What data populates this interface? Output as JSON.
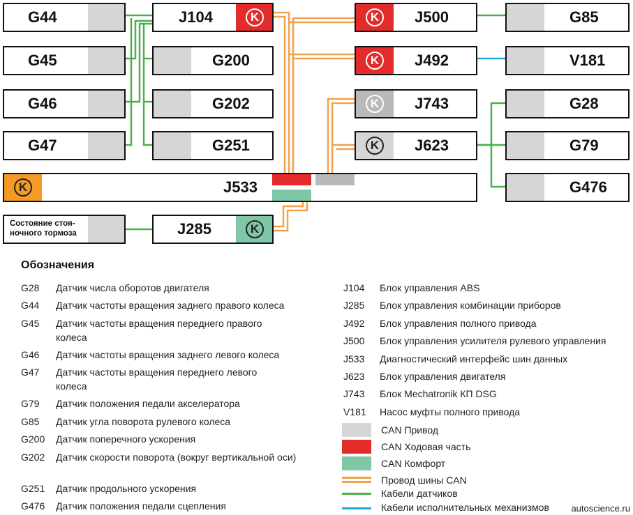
{
  "sensors_left": [
    {
      "id": "G44"
    },
    {
      "id": "G45"
    },
    {
      "id": "G46"
    },
    {
      "id": "G47"
    }
  ],
  "units": {
    "J104": "J104",
    "G200": "G200",
    "G202": "G202",
    "G251": "G251",
    "J500": "J500",
    "J492": "J492",
    "J743": "J743",
    "J623": "J623",
    "G85": "G85",
    "V181": "V181",
    "G28": "G28",
    "G79": "G79",
    "G476": "G476",
    "J533": "J533",
    "J285": "J285"
  },
  "parking_brake_label": "Состояние стоя-ночного тормоза",
  "colors": {
    "can_drive": "#d6d6d6",
    "can_chassis": "#e32b2b",
    "can_comfort": "#7fc7a6",
    "can_wire": "#f2a14a",
    "sensor_cable": "#4bb04b",
    "actuator_cable": "#1ea7e1",
    "gateway_orange": "#f39a27"
  },
  "icons": {
    "ecu_symbol": "transistor-symbol-icon"
  },
  "legend": {
    "title": "Обозначения",
    "left": [
      {
        "code": "G28",
        "desc": "Датчик числа оборотов двигателя"
      },
      {
        "code": "G44",
        "desc": "Датчик частоты вращения заднего правого колеса"
      },
      {
        "code": "G45",
        "desc": "Датчик частоты вращения переднего правого колеса"
      },
      {
        "code": "G46",
        "desc": "Датчик частоты вращения заднего левого колеса"
      },
      {
        "code": "G47",
        "desc": "Датчик частоты вращения переднего левого колеса"
      },
      {
        "code": "G79",
        "desc": "Датчик положения педали акселератора"
      },
      {
        "code": "G85",
        "desc": "Датчик угла поворота рулевого колеса"
      },
      {
        "code": "G200",
        "desc": "Датчик поперечного ускорения"
      },
      {
        "code": "G202",
        "desc": "Датчик скорости поворота (вокруг вертикальной оси)"
      },
      {
        "code": "G251",
        "desc": "Датчик продольного ускорения"
      },
      {
        "code": "G476",
        "desc": "Датчик положения педали сцепления"
      }
    ],
    "right": [
      {
        "code": "J104",
        "desc": "Блок управления ABS"
      },
      {
        "code": "J285",
        "desc": "Блок управления комбинации приборов"
      },
      {
        "code": "J492",
        "desc": "Блок управления полного привода"
      },
      {
        "code": "J500",
        "desc": "Блок управления усилителя рулевого управления"
      },
      {
        "code": "J533",
        "desc": "Диагностический интерфейс шин данных"
      },
      {
        "code": "J623",
        "desc": "Блок управления двигателя"
      },
      {
        "code": "J743",
        "desc": "Блок Mechatronik КП DSG"
      },
      {
        "code": "V181",
        "desc": "Насос муфты полного привода"
      }
    ],
    "swatches": [
      {
        "label": "CAN Привод"
      },
      {
        "label": "CAN Ходовая часть"
      },
      {
        "label": "CAN Комфорт"
      },
      {
        "label": "Провод шины CAN"
      },
      {
        "label": "Кабели датчиков"
      },
      {
        "label": "Кабели исполнительных механизмов"
      }
    ]
  },
  "watermark": "autoscience.ru"
}
